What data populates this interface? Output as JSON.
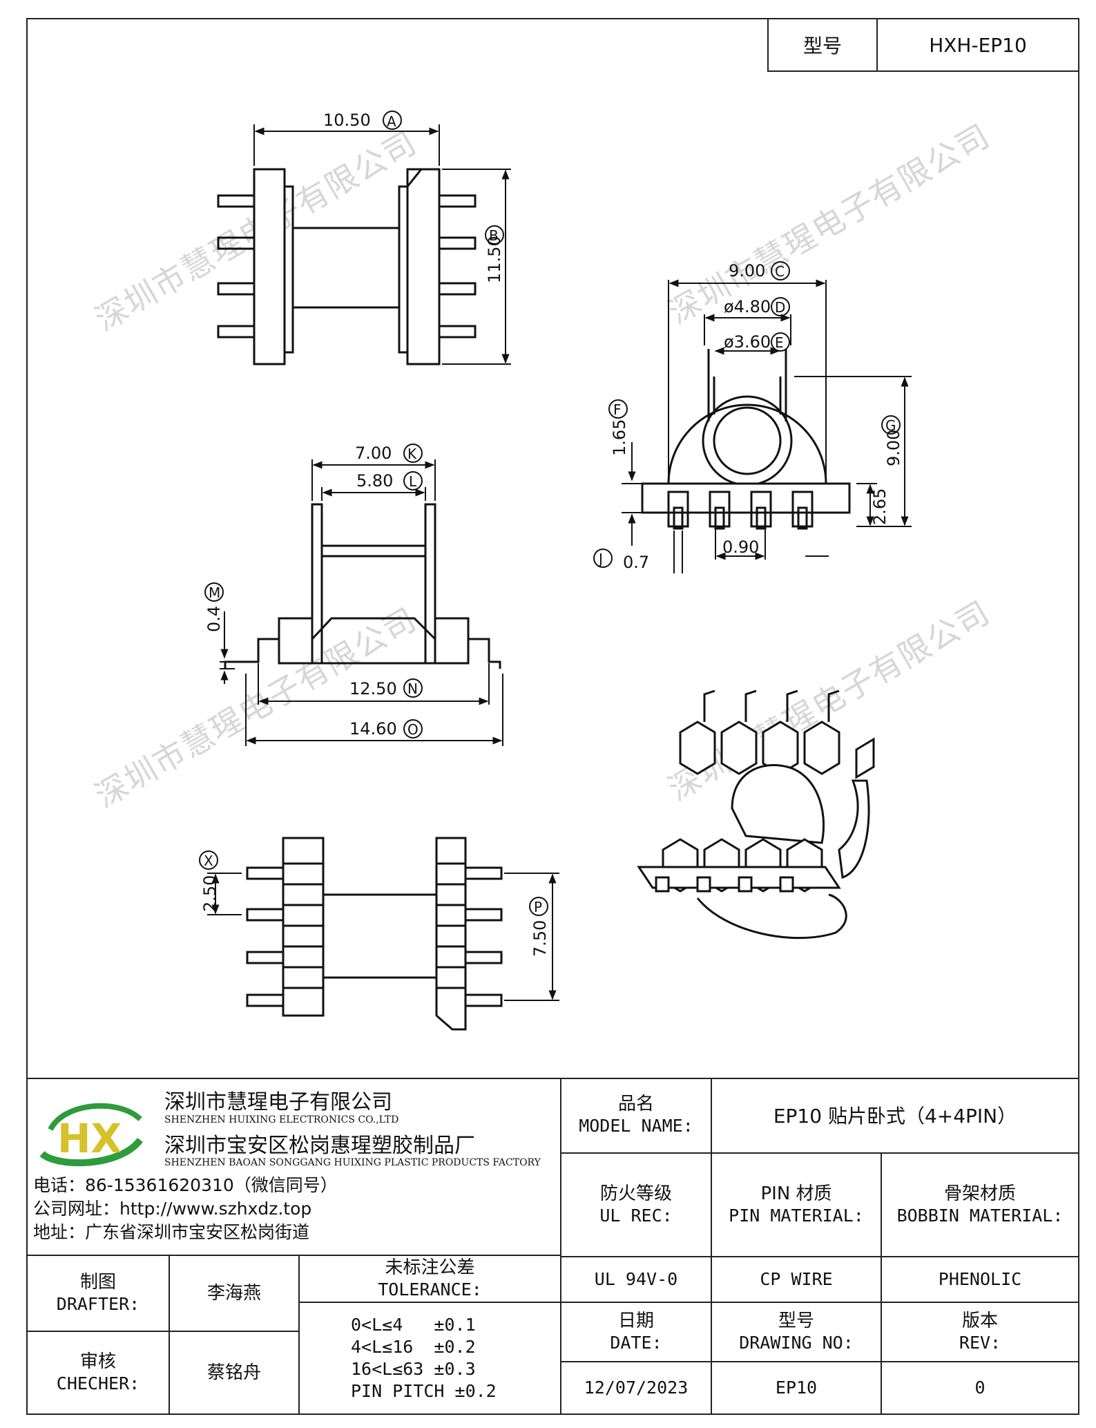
{
  "model_box": {
    "label": "型号",
    "value": "HXH-EP10"
  },
  "watermark": "深圳市慧瑆电子有限公司",
  "dims": {
    "A": {
      "value": "10.50",
      "letter": "A"
    },
    "B": {
      "value": "11.50",
      "letter": "B"
    },
    "C": {
      "value": "9.00",
      "letter": "C"
    },
    "D": {
      "value": "ø4.80",
      "letter": "D"
    },
    "E": {
      "value": "ø3.60",
      "letter": "E"
    },
    "F": {
      "value": "1.65",
      "letter": "F"
    },
    "G": {
      "value": "9.00",
      "letter": "G"
    },
    "H": {
      "value": "2.65"
    },
    "I": {
      "value": "0.90"
    },
    "J": {
      "value": "0.7",
      "letter": "J"
    },
    "K": {
      "value": "7.00",
      "letter": "K"
    },
    "L": {
      "value": "5.80",
      "letter": "L"
    },
    "M": {
      "value": "0.4",
      "letter": "M"
    },
    "N": {
      "value": "12.50",
      "letter": "N"
    },
    "O": {
      "value": "14.60",
      "letter": "O"
    },
    "X": {
      "value": "2.50",
      "letter": "X"
    },
    "P": {
      "value": "7.50",
      "letter": "P"
    }
  },
  "company": {
    "logo_text": "HX",
    "name_cn": "深圳市慧瑆电子有限公司",
    "name_en": "SHENZHEN HUIXING ELECTRONICS CO.,LTD",
    "factory_cn": "深圳市宝安区松岗惠瑆塑胶制品厂",
    "factory_en": "SHENZHEN BAOAN SONGGANG HUIXING PLASTIC PRODUCTS FACTORY",
    "phone": "电话：86-15361620310（微信同号）",
    "website": "公司网址：http://www.szhxdz.top",
    "address": "地址：广东省深圳市宝安区松岗街道"
  },
  "title_block": {
    "model_name_cn": "品名",
    "model_name_en": "MODEL NAME:",
    "model_name_value": "EP10 贴片卧式（4+4PIN）",
    "ul_cn": "防火等级",
    "ul_en": "UL REC:",
    "pin_cn": "PIN 材质",
    "pin_en": "PIN MATERIAL:",
    "bobbin_cn": "骨架材质",
    "bobbin_en": "BOBBIN MATERIAL:",
    "ul_value": "UL 94V-0",
    "pin_value": "CP WIRE",
    "bobbin_value": "PHENOLIC",
    "drafter_cn": "制图",
    "drafter_en": "DRAFTER:",
    "drafter_name": "李海燕",
    "checker_cn": "审核",
    "checker_en": "CHECHER:",
    "checker_name": "蔡铭舟",
    "tol_cn": "未标注公差",
    "tol_en": "TOLERANCE:",
    "tol_lines": [
      "0<L≤4   ±0.1",
      "4<L≤16  ±0.2",
      "16<L≤63 ±0.3",
      "PIN PITCH ±0.2"
    ],
    "date_cn": "日期",
    "date_en": "DATE:",
    "dwg_cn": "型号",
    "dwg_en": "DRAWING NO:",
    "rev_cn": "版本",
    "rev_en": "REV:",
    "date_value": "12/07/2023",
    "dwg_value": "EP10",
    "rev_value": "0"
  }
}
